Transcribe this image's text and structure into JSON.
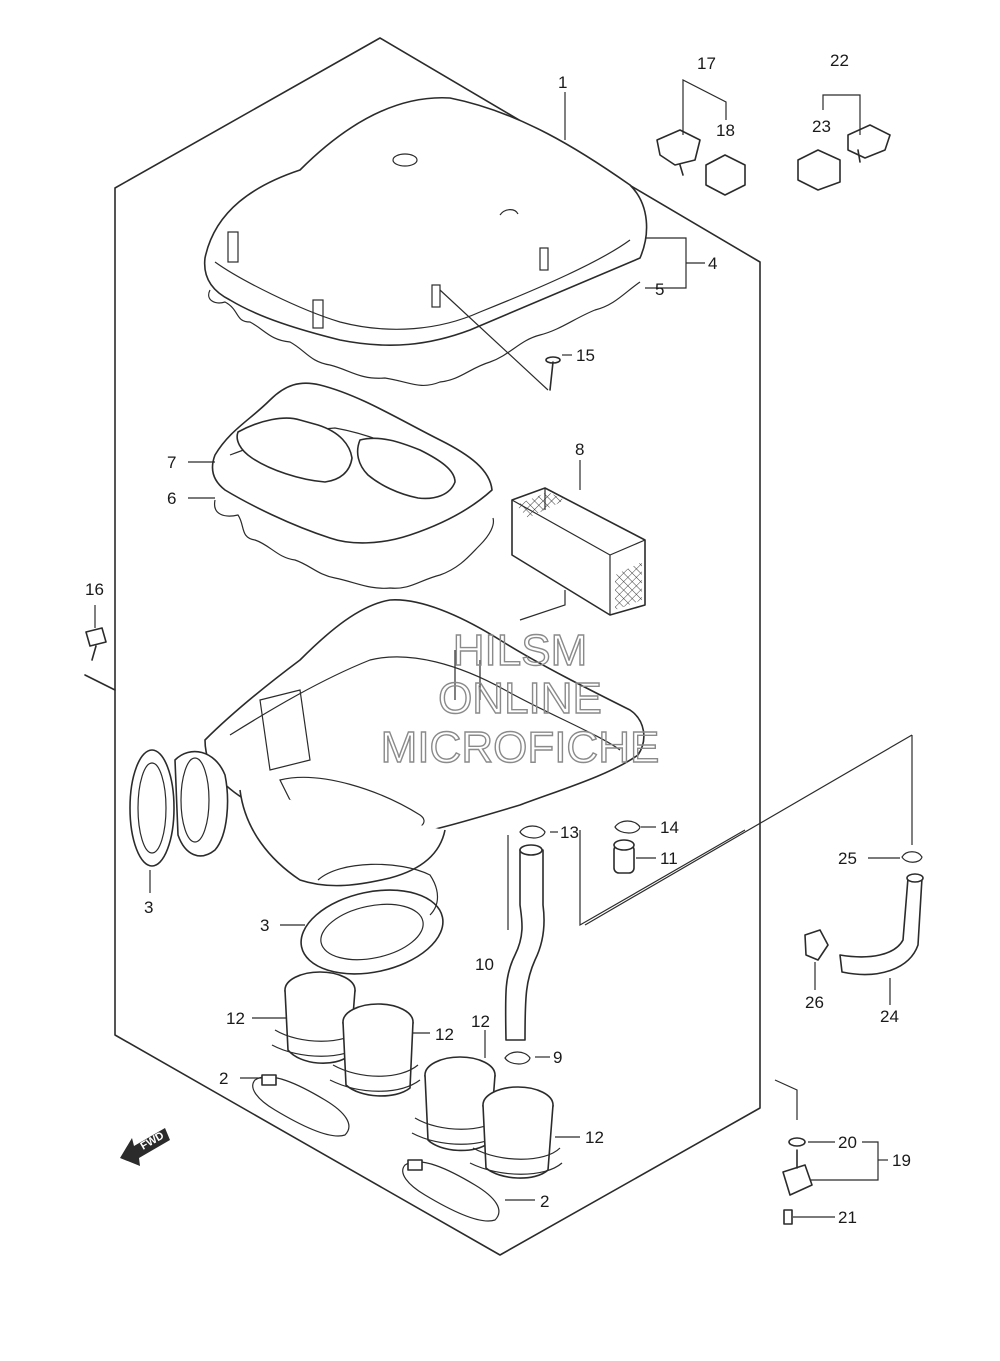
{
  "watermark": {
    "line1": "HILSM",
    "line2": "ONLINE",
    "line3": "MICROFICHE"
  },
  "fwd_label": "FWD",
  "callouts": {
    "p1": "1",
    "p2a": "2",
    "p2b": "2",
    "p3a": "3",
    "p3b": "3",
    "p4": "4",
    "p5": "5",
    "p6": "6",
    "p7": "7",
    "p8": "8",
    "p9": "9",
    "p10": "10",
    "p11": "11",
    "p12a": "12",
    "p12b": "12",
    "p12c": "12",
    "p12d": "12",
    "p13": "13",
    "p14": "14",
    "p15": "15",
    "p16": "16",
    "p17": "17",
    "p18": "18",
    "p19": "19",
    "p20": "20",
    "p21": "21",
    "p22": "22",
    "p23": "23",
    "p24": "24",
    "p25": "25",
    "p26": "26"
  }
}
